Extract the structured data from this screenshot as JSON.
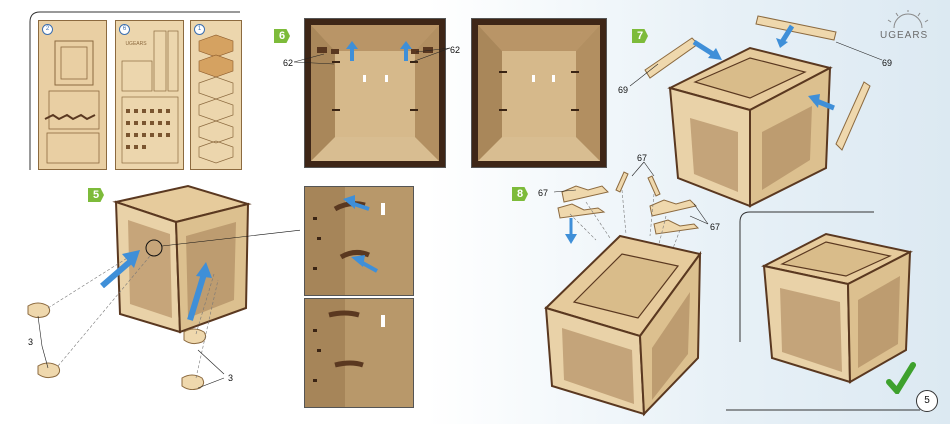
{
  "sheets": [
    {
      "number": "2"
    },
    {
      "number": "6"
    },
    {
      "number": "1"
    }
  ],
  "sheet_logo_text": "UGEARS",
  "steps": {
    "s5": "5",
    "s6": "6",
    "s7": "7",
    "s8": "8"
  },
  "labels": {
    "p62_left": "62",
    "p62_right": "62",
    "p69_left": "69",
    "p69_right": "69",
    "p67_top": "67",
    "p67_left": "67",
    "p67_right": "67",
    "p3_left": "3",
    "p3_right": "3"
  },
  "logo": "UGEARS",
  "page_number": "5",
  "colors": {
    "step_badge": "#7dbb3a",
    "arrow": "#3f8fd8",
    "wood": "#e6cb9c",
    "edge": "#5a3820",
    "check": "#3ea12d"
  },
  "icons": [
    "arrow-icon",
    "checkmark-icon",
    "sun-logo-icon"
  ]
}
